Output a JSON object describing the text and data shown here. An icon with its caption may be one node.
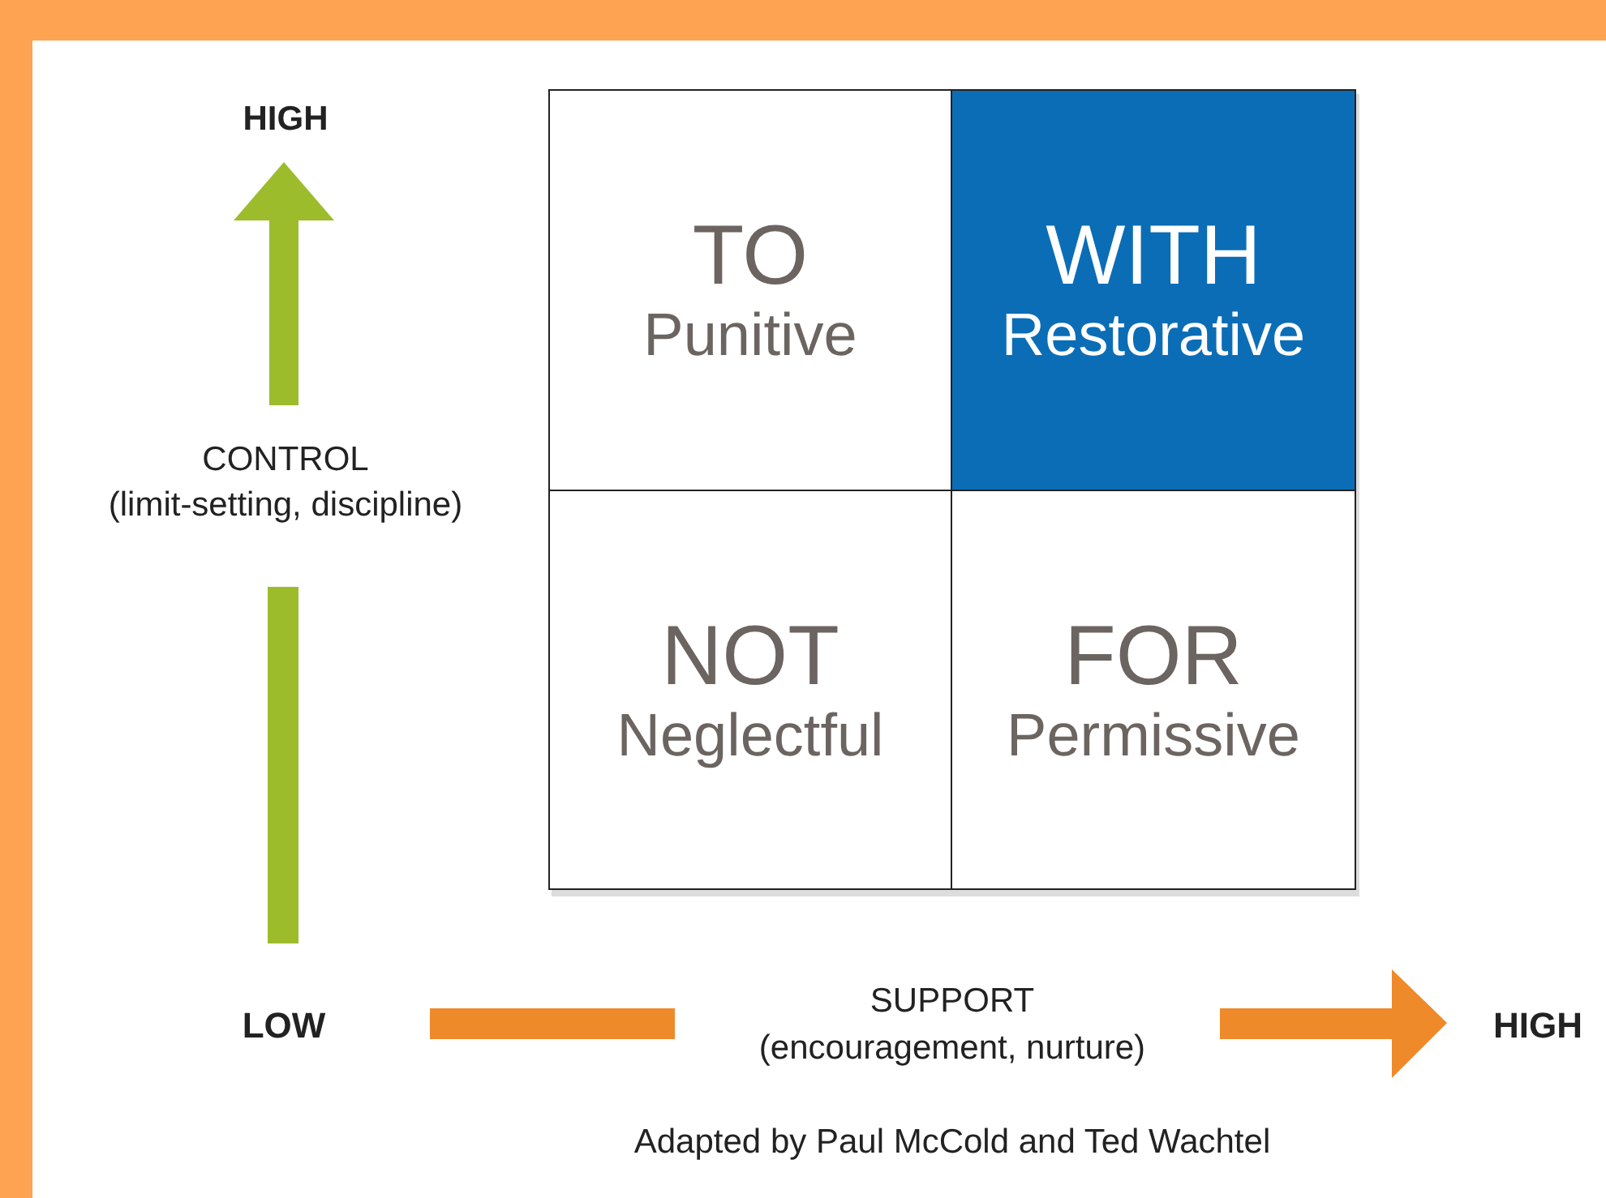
{
  "diagram": {
    "nodes": [
      {
        "text": [
          "TO",
          "Punitive"
        ]
      },
      {
        "text": [
          "WITH",
          "Restorative"
        ]
      },
      {
        "text": [
          "NOT",
          "Neglectful"
        ]
      },
      {
        "text": [
          "FOR",
          "Permissive"
        ]
      }
    ],
    "labels": [
      "HIGH",
      "CONTROL",
      "(limit-setting, discipline)",
      "LOW",
      "SUPPORT",
      "(encouragement, nurture)",
      "HIGH",
      "Adapted by Paul McCold and Ted Wachtel"
    ]
  }
}
